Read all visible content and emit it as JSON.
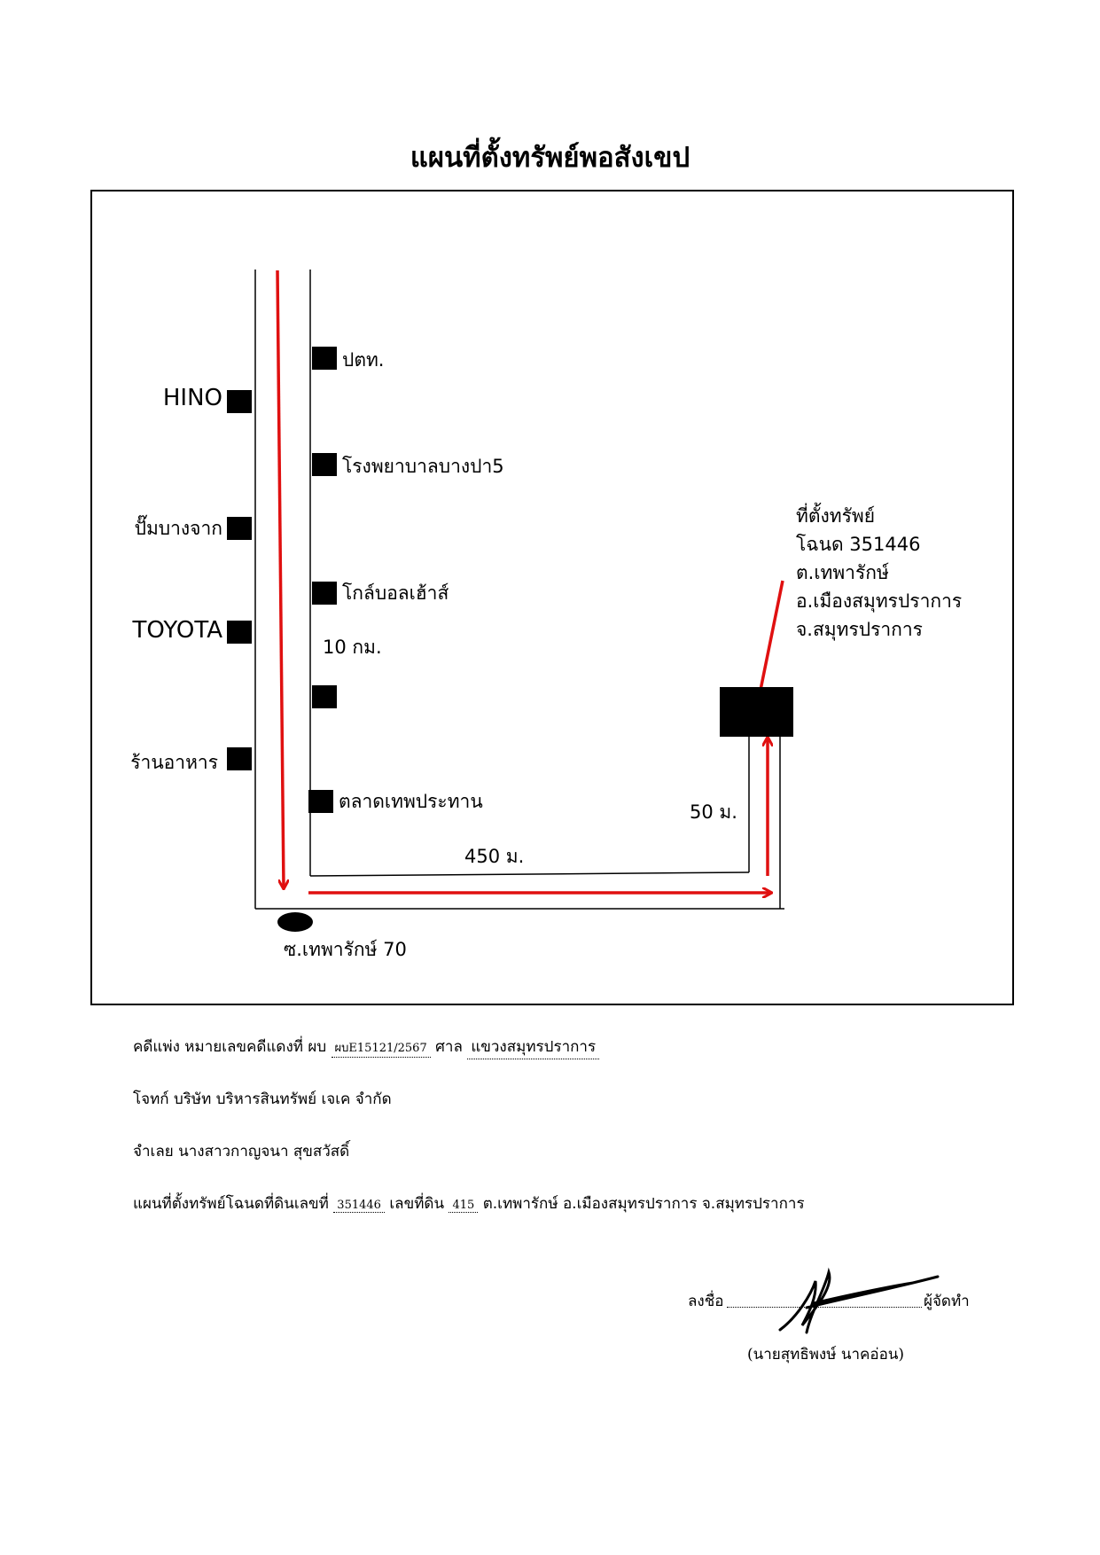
{
  "title": "แผนที่ตั้งทรัพย์พอสังเขป",
  "map": {
    "landmarks_left": [
      "HINO",
      "ปั๊มบางจาก",
      "TOYOTA",
      "ร้านอาหาร"
    ],
    "landmarks_right": [
      "ปตท.",
      "โรงพยาบาลบางปา5",
      "โกล์บอลเฮ้าส์",
      "",
      "ตลาดเทพประทาน"
    ],
    "distance_main": "10 กม.",
    "distance_side": "450 ม.",
    "distance_up": "50 ม.",
    "soi_label": "ซ.เทพารักษ์ 70",
    "property": {
      "line1": "ที่ตั้งทรัพย์",
      "line2_prefix": "โฉนด",
      "deed_no": "351446",
      "line3": "ต.เทพารักษ์",
      "line4": "อ.เมืองสมุทรปราการ",
      "line5": "จ.สมุทรปราการ"
    },
    "colors": {
      "arrow": "#e01010",
      "road": "#000000",
      "marker": "#000000"
    }
  },
  "case": {
    "label": "คดีแพ่ง หมายเลขคดีแดงที่",
    "prefix": "ผบ",
    "number": "ผบE15121/2567",
    "court_label": "ศาล",
    "court": "แขวงสมุทรปราการ"
  },
  "plaintiff": "โจทก์ บริษัท บริหารสินทรัพย์ เจเค จำกัด",
  "defendant": "จำเลย นางสาวกาญจนา สุขสวัสดิ์",
  "deed_line": {
    "prefix": "แผนที่ตั้งทรัพย์โฉนดที่ดินเลขที่",
    "deed_no": "351446",
    "land_label": "เลขที่ดิน",
    "land_no": "415",
    "suffix": "ต.เทพารักษ์ อ.เมืองสมุทรปราการ จ.สมุทรปราการ"
  },
  "signature": {
    "sign_label": "ลงชื่อ",
    "role": "ผู้จัดทำ",
    "name": "(นายสุทธิพงษ์ นาคอ่อน)"
  }
}
